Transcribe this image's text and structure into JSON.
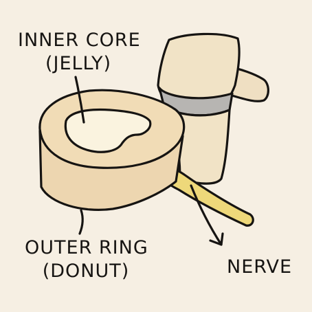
{
  "labels": {
    "inner_core_line1": "INNER CORE",
    "inner_core_line2": "(JELLY)",
    "outer_ring_line1": "OUTER RING",
    "outer_ring_line2": "(DONUT)",
    "nerve": "NERVE"
  },
  "colors": {
    "background": "#f6efe3",
    "outline": "#161412",
    "disc_side": "#edd6b0",
    "disc_top": "#f1dcb6",
    "inner_core": "#faf3df",
    "vertebra": "#f1e3c6",
    "cartilage": "#b7b5b2",
    "nerve": "#eed87a"
  }
}
